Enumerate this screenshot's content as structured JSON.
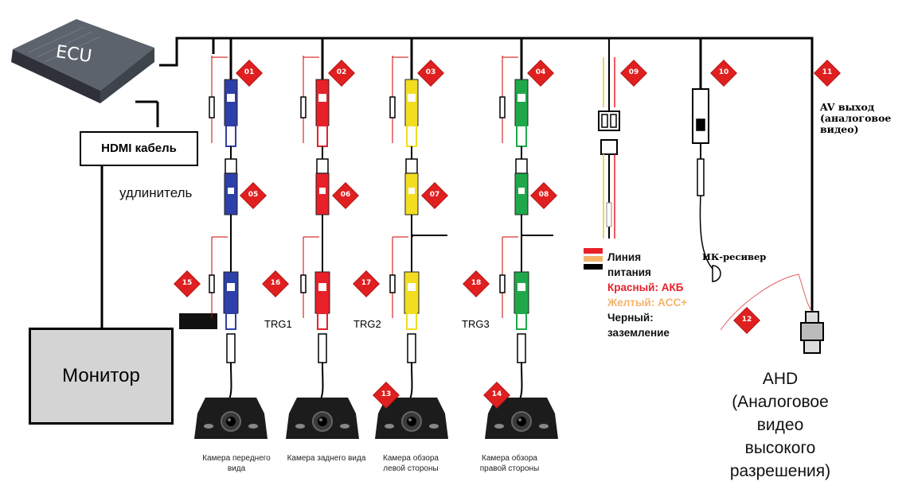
{
  "ecu": {
    "label": "ECU"
  },
  "hdmi": {
    "label": "HDMI кабель"
  },
  "extension": {
    "label": "удлинитель"
  },
  "monitor": {
    "label": "Монитор"
  },
  "badges": [
    "01",
    "02",
    "03",
    "04",
    "05",
    "06",
    "07",
    "08",
    "09",
    "10",
    "11",
    "12",
    "13",
    "14",
    "15",
    "16",
    "17",
    "18"
  ],
  "triggers": [
    "TRG1",
    "TRG2",
    "TRG3"
  ],
  "cameras": [
    {
      "caption": "Камера переднего вида",
      "color": "#2d3fa8"
    },
    {
      "caption": "Камера заднего вида",
      "color": "#e8202a"
    },
    {
      "caption": "Камера обзора левой стороны",
      "color": "#f2dd20"
    },
    {
      "caption": "Камера обзора правой стороны",
      "color": "#1fa84a"
    }
  ],
  "power": {
    "title1": "Линия",
    "title2": "питания",
    "red": "Красный: АКБ",
    "yellow": "Желтый: ACC+",
    "black1": "Черный:",
    "black2": "заземление",
    "colors": {
      "red": "#e8202a",
      "yellow": "#f5b36a",
      "black": "#000000"
    }
  },
  "ir": {
    "label": "ИК-ресивер"
  },
  "av": {
    "line1": "AV выход",
    "line2": "(аналоговое",
    "line3": "видео)"
  },
  "ahd": {
    "lines": [
      "AHD",
      "(Аналоговое",
      "видео",
      "высокого",
      "разрешения)"
    ]
  }
}
